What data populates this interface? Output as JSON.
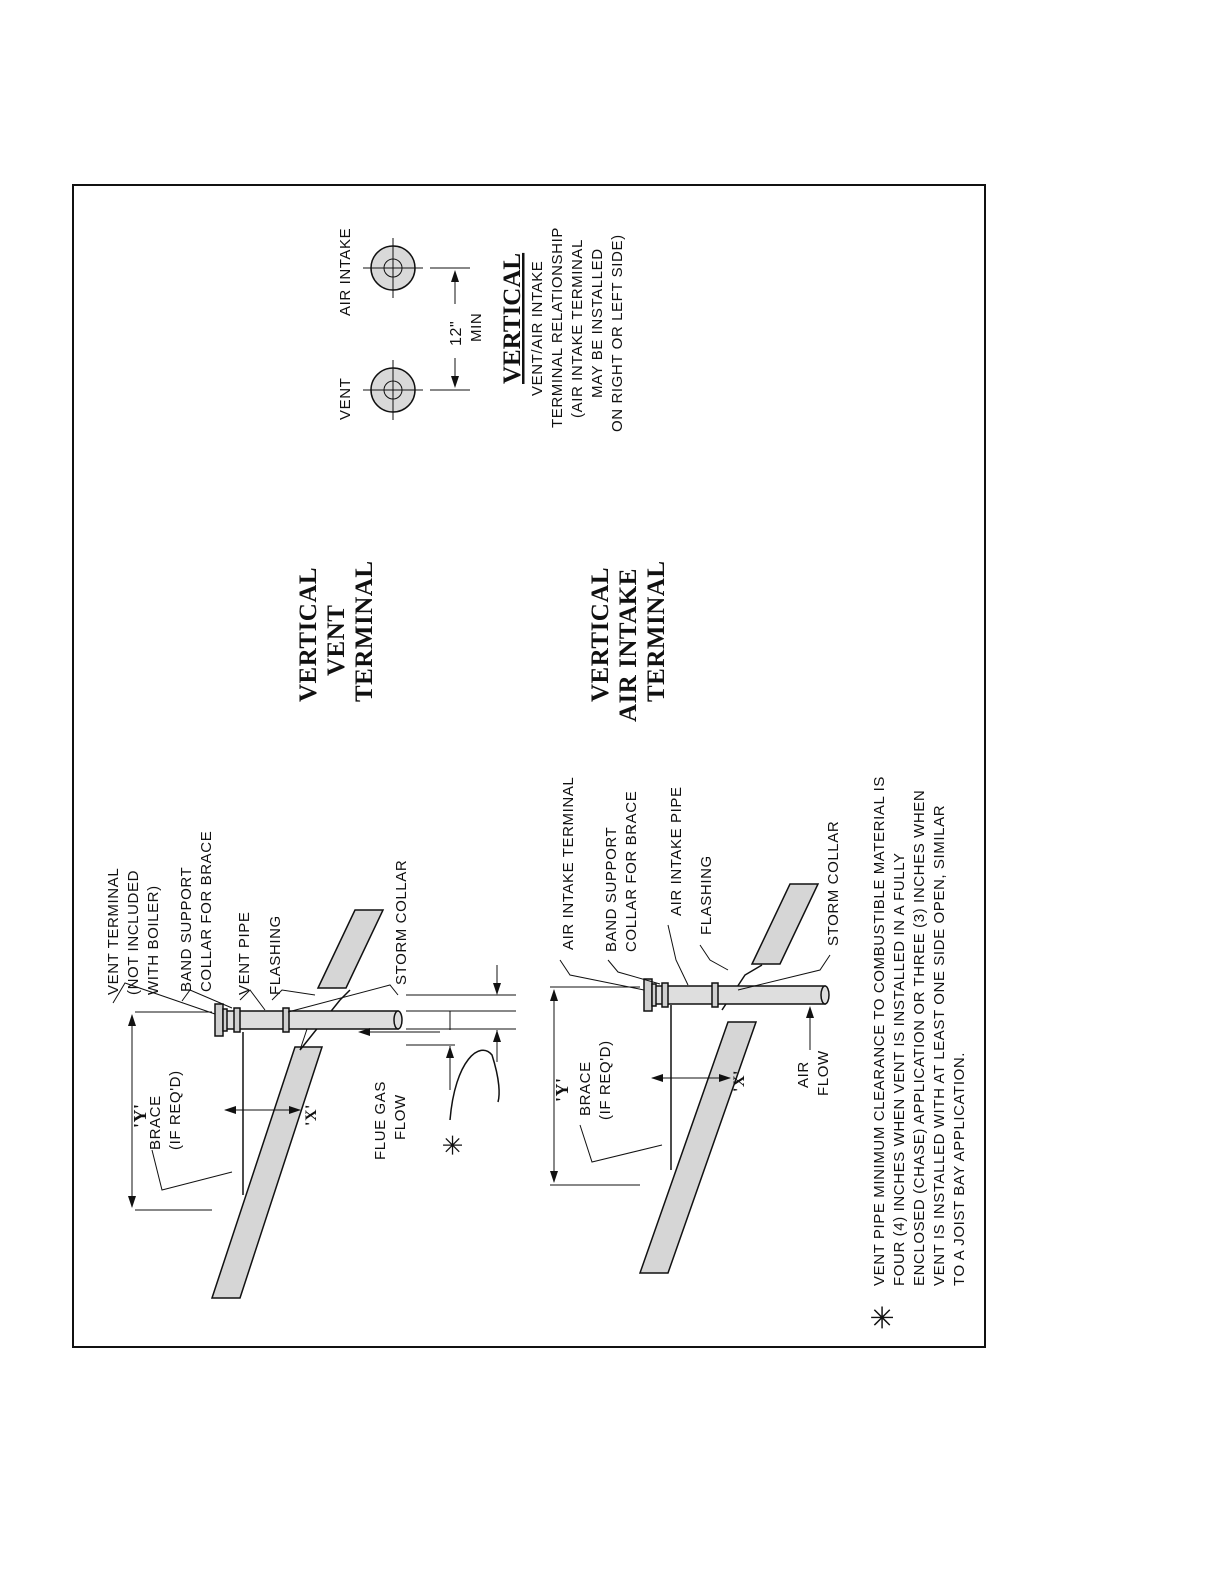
{
  "vent_diagram": {
    "title": [
      "VERTICAL",
      "VENT",
      "TERMINAL"
    ],
    "labels": {
      "vent_terminal": [
        "VENT TERMINAL",
        "(NOT INCLUDED",
        "WITH BOILER)"
      ],
      "band_support": [
        "BAND SUPPORT",
        "COLLAR FOR BRACE"
      ],
      "vent_pipe": "VENT PIPE",
      "flashing": "FLASHING",
      "storm_collar": "STORM COLLAR",
      "flue_gas_flow": [
        "FLUE GAS",
        "FLOW"
      ],
      "brace": [
        "BRACE",
        "(IF REQ'D)"
      ],
      "dim_y": "'Y'",
      "dim_x": "'X'",
      "asterisk": "✳"
    }
  },
  "intake_diagram": {
    "title": [
      "VERTICAL",
      "AIR INTAKE",
      "TERMINAL"
    ],
    "labels": {
      "air_intake_terminal": "AIR INTAKE TERMINAL",
      "band_support": [
        "BAND SUPPORT",
        "COLLAR FOR BRACE"
      ],
      "air_intake_pipe": "AIR INTAKE PIPE",
      "flashing": "FLASHING",
      "storm_collar": "STORM COLLAR",
      "air_flow": [
        "AIR",
        "FLOW"
      ],
      "brace": [
        "BRACE",
        "(IF REQ'D)"
      ],
      "dim_y": "'Y'",
      "dim_x": "'X'"
    }
  },
  "relationship": {
    "vent_label": "VENT",
    "air_intake_label": "AIR INTAKE",
    "distance": [
      "12\"",
      "MIN"
    ],
    "title": "VERTICAL",
    "subtitle": [
      "VENT/AIR INTAKE",
      "TERMINAL RELATIONSHIP",
      "(AIR INTAKE TERMINAL",
      "MAY BE INSTALLED",
      "ON RIGHT OR LEFT SIDE)"
    ]
  },
  "note": {
    "symbol": "✳",
    "lines": [
      "VENT PIPE MINIMUM CLEARANCE TO COMBUSTIBLE MATERIAL IS",
      "FOUR (4) INCHES WHEN VENT IS INSTALLED IN A FULLY",
      "ENCLOSED (CHASE) APPLICATION OR THREE (3) INCHES WHEN",
      "VENT IS INSTALLED WITH AT LEAST ONE SIDE OPEN, SIMILAR",
      "TO A JOIST BAY APPLICATION."
    ]
  }
}
